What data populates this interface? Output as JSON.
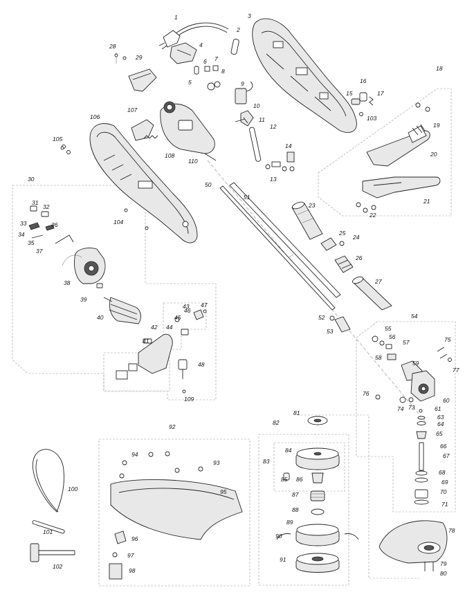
{
  "part_labels": [
    "1",
    "2",
    "3",
    "4",
    "5",
    "6",
    "7",
    "8",
    "9",
    "10",
    "11",
    "12",
    "13",
    "14",
    "15",
    "16",
    "17",
    "18",
    "19",
    "20",
    "21",
    "22",
    "23",
    "24",
    "25",
    "26",
    "27",
    "28",
    "29",
    "30",
    "31",
    "32",
    "33",
    "34",
    "35",
    "36",
    "37",
    "38",
    "39",
    "40",
    "41",
    "42",
    "43",
    "44",
    "45",
    "46",
    "47",
    "48",
    "50",
    "51",
    "52",
    "53",
    "54",
    "55",
    "56",
    "57",
    "58",
    "59",
    "60",
    "61",
    "63",
    "64",
    "65",
    "66",
    "67",
    "68",
    "69",
    "70",
    "71",
    "73",
    "74",
    "75",
    "76",
    "77",
    "78",
    "79",
    "80",
    "81",
    "82",
    "83",
    "84",
    "85",
    "86",
    "87",
    "88",
    "89",
    "90",
    "91",
    "92",
    "93",
    "94",
    "95",
    "96",
    "97",
    "98",
    "100",
    "101",
    "102",
    "103",
    "104",
    "105",
    "106",
    "107",
    "108",
    "109",
    "110"
  ]
}
